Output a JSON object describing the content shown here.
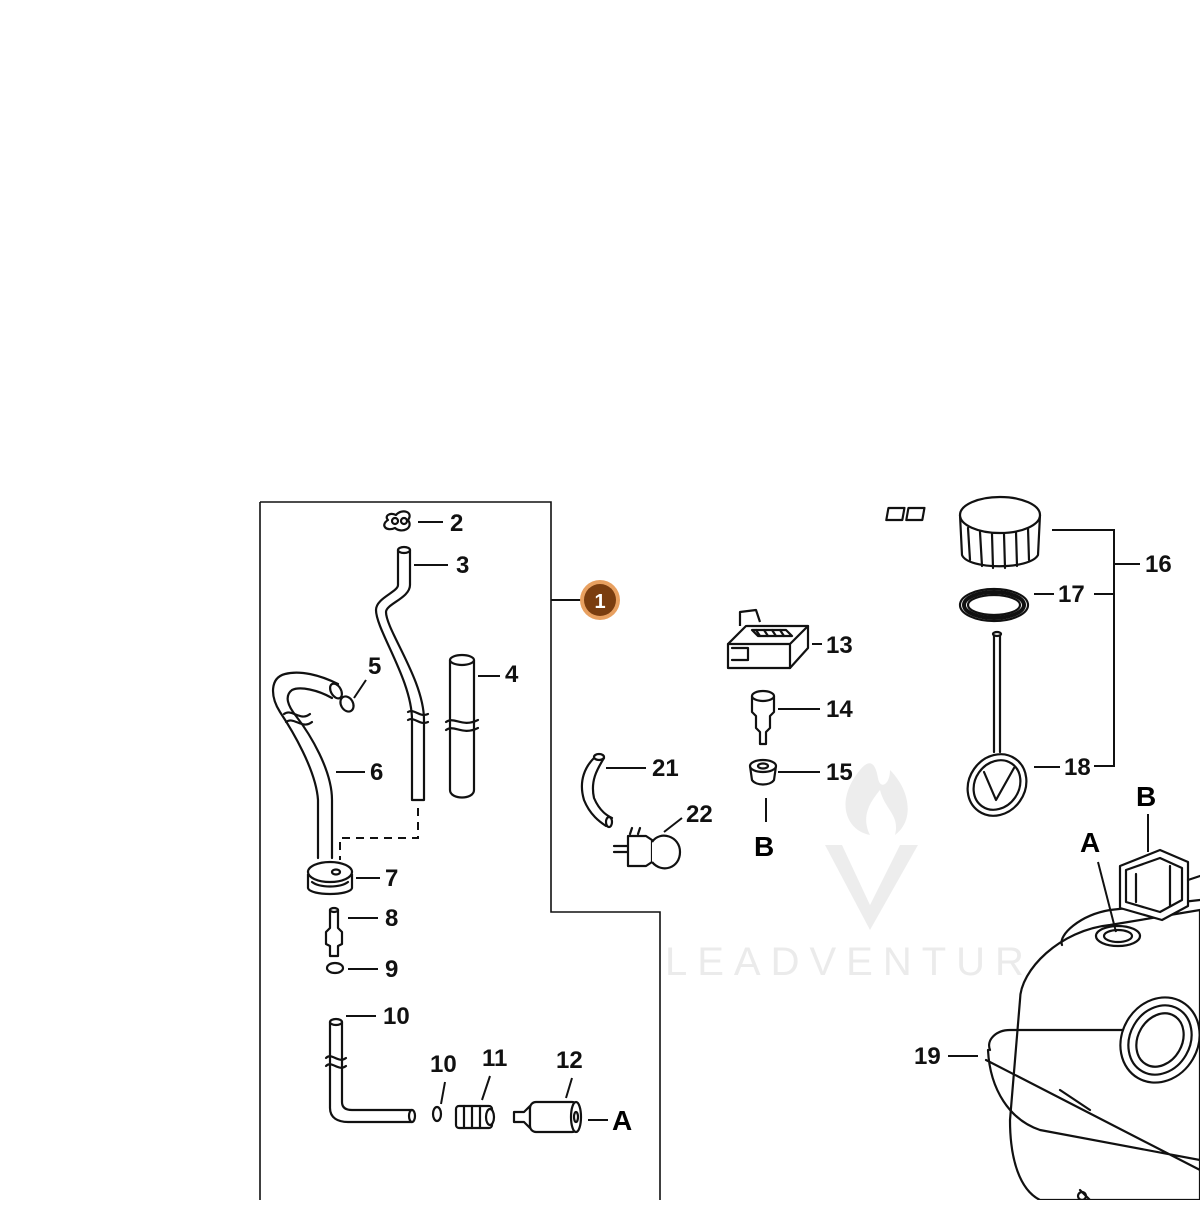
{
  "diagram": {
    "group_badge": "1",
    "callouts": {
      "c2": "2",
      "c3": "3",
      "c4": "4",
      "c5": "5",
      "c6": "6",
      "c7": "7",
      "c8": "8",
      "c9": "9",
      "c10a": "10",
      "c10b": "10",
      "c11": "11",
      "c12": "12",
      "c13": "13",
      "c14": "14",
      "c15": "15",
      "c16": "16",
      "c17": "17",
      "c18": "18",
      "c19": "19",
      "c21": "21",
      "c22": "22"
    },
    "connectors": {
      "a_left": "A",
      "a_tank": "A",
      "b_middle": "B",
      "b_tank": "B"
    },
    "watermark": "LEADVENTUR",
    "colors": {
      "badge_fill": "#8B4513",
      "badge_ring": "#E8A060",
      "line": "#111111"
    }
  }
}
